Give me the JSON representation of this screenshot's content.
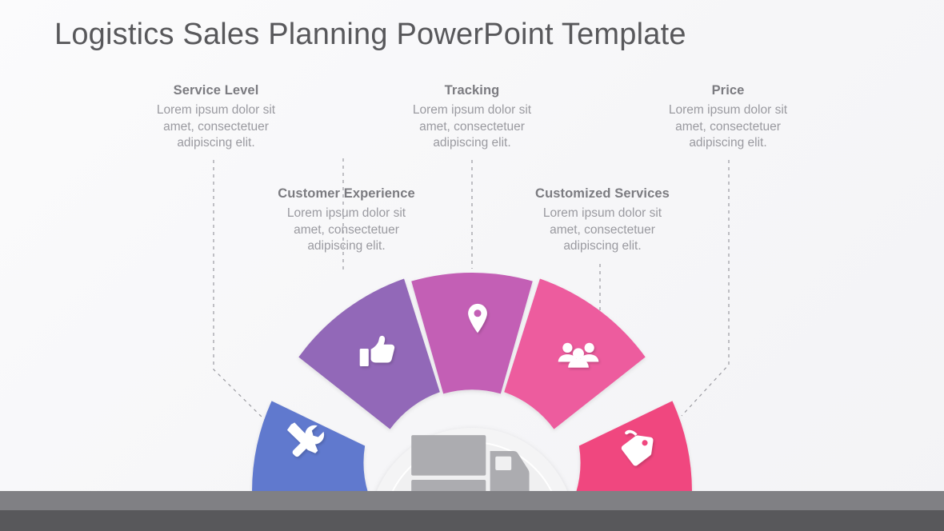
{
  "slide": {
    "title": "Logistics Sales Planning PowerPoint Template",
    "background_color": "#f7f7f9",
    "title_color": "#58585b"
  },
  "body_text": "Lorem ipsum dolor sit amet, consectetuer adipiscing elit.",
  "labels": [
    {
      "id": "service-level",
      "title": "Service Level",
      "line1": "Lorem ipsum dolor sit",
      "line2": "amet, consectetuer",
      "line3": "adipiscing elit.",
      "row": "top",
      "color": "#6079ce"
    },
    {
      "id": "tracking",
      "title": "Tracking",
      "line1": "Lorem ipsum dolor sit",
      "line2": "amet, consectetuer",
      "line3": "adipiscing elit.",
      "row": "top",
      "color": "#c35fb5"
    },
    {
      "id": "price",
      "title": "Price",
      "line1": "Lorem ipsum dolor sit",
      "line2": "amet, consectetuer",
      "line3": "adipiscing elit.",
      "row": "top",
      "color": "#f0477f"
    },
    {
      "id": "customer-experience",
      "title": "Customer Experience",
      "line1": "Lorem ipsum dolor sit",
      "line2": "amet, consectetuer",
      "line3": "adipiscing elit.",
      "row": "middle",
      "color": "#9268b8"
    },
    {
      "id": "customized-services",
      "title": "Customized Services",
      "line1": "Lorem ipsum dolor sit",
      "line2": "amet, consectetuer",
      "line3": "adipiscing elit.",
      "row": "middle",
      "color": "#ed5b9e"
    }
  ],
  "segments": [
    {
      "id": "service-level",
      "icon": "tools-icon",
      "color": "#6079ce"
    },
    {
      "id": "customer-experience",
      "icon": "thumbs-up-icon",
      "color": "#9268b8"
    },
    {
      "id": "tracking",
      "icon": "map-pin-icon",
      "color": "#c35fb5"
    },
    {
      "id": "customized-services",
      "icon": "people-icon",
      "color": "#ed5b9e"
    },
    {
      "id": "price",
      "icon": "price-tag-icon",
      "color": "#f0477f"
    }
  ],
  "hub": {
    "icon": "delivery-truck-icon",
    "circle_color": "#f4f4f5",
    "icon_color": "#acacb0"
  },
  "footer": {
    "bar_light_color": "#808084",
    "bar_dark_color": "#58585b"
  },
  "connectors": {
    "line_color": "#9a9aa0",
    "style": "dashed"
  }
}
